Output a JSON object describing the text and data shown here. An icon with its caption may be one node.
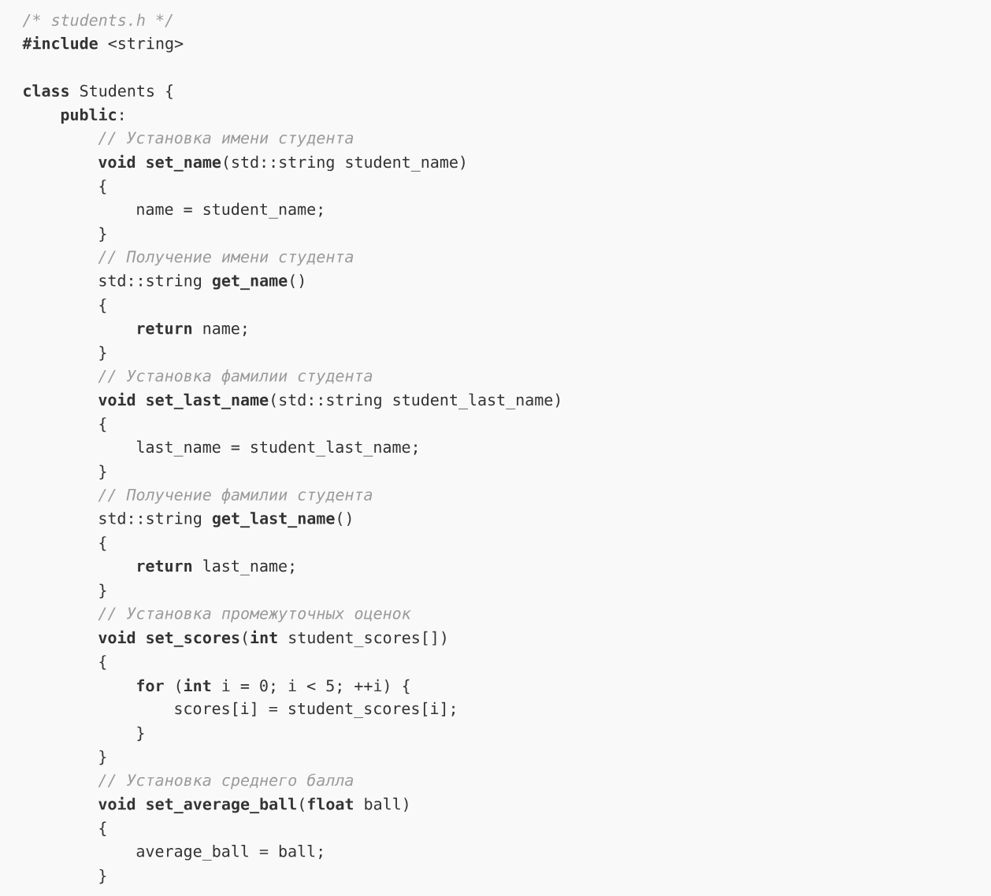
{
  "diagram": {
    "labels": [
      "/* students.h */",
      "**#include** <string>",
      "**class** Students {",
      "**public**:",
      "// Установка имени студента",
      "**void** **set_name**(std::string student_name)",
      "{",
      "name = student_name;",
      "}",
      "// Получение имени студента",
      "std::string **get_name**()",
      "{",
      "**return** name;",
      "}",
      "// Установка фамилии студента",
      "**void** **set_last_name**(std::string student_last_name)",
      "{",
      "last_name = student_last_name;",
      "}",
      "// Получение фамилии студента",
      "std::string **get_last_name**()",
      "{",
      "**return** last_name;",
      "}",
      "// Установка промежуточных оценок",
      "**void** **set_scores**(**int** student_scores[])",
      "{",
      "**for** (**int** i = 0; i < 5; ++i) {",
      "scores[i] = student_scores[i];",
      "}",
      "}",
      "// Установка среднего балла",
      "**void** **set_average_ball**(**float** ball)",
      "{",
      "average_ball = ball;",
      "}"
    ]
  }
}
